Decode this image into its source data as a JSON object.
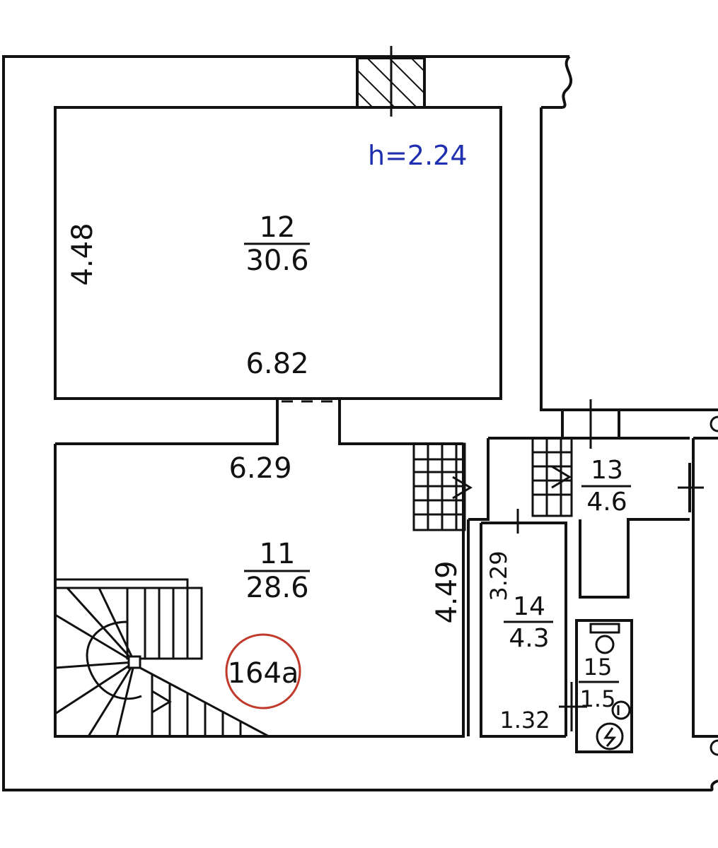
{
  "floor_plan": {
    "ceiling_height": "h=2.24",
    "apartment_label": "164a",
    "rooms": [
      {
        "number": "12",
        "area": "30.6"
      },
      {
        "number": "11",
        "area": "28.6"
      },
      {
        "number": "13",
        "area": "4.6"
      },
      {
        "number": "14",
        "area": "4.3"
      },
      {
        "number": "15",
        "area": "1.5"
      }
    ],
    "dimensions": {
      "room12_height": "4.48",
      "room12_width": "6.82",
      "room11_width": "6.29",
      "room11_height": "4.49",
      "room14_height": "3.29",
      "room15_width": "1.32"
    },
    "colors": {
      "lines": "#111111",
      "height_label": "#1f2fb0",
      "apartment_circle": "#c0392b"
    }
  }
}
